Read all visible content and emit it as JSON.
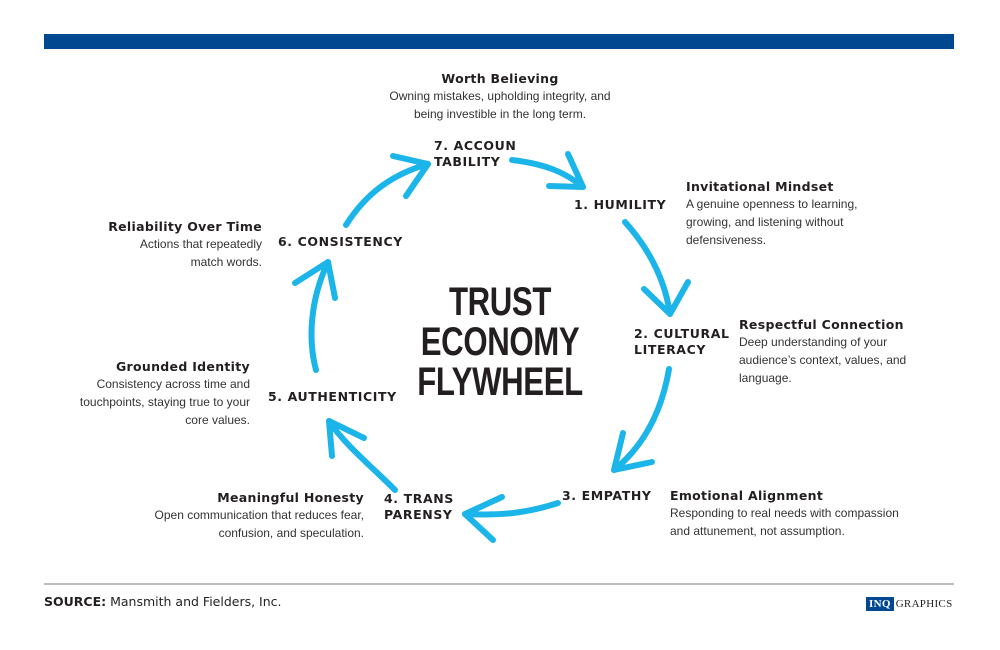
{
  "header": {
    "bar_color": "#004990"
  },
  "title": {
    "lines": [
      "TRUST",
      "ECONOMY",
      "FLYWHEEL"
    ]
  },
  "accent_color": "#1cb5ea",
  "stages": [
    {
      "number": "1.",
      "label_lines": [
        "1. HUMILITY"
      ],
      "desc_title": "Invitational Mindset",
      "desc_lines": [
        "A genuine openness to learning,",
        "growing, and listening without",
        "defensiveness."
      ]
    },
    {
      "number": "2.",
      "label_lines": [
        "2. CULTURAL",
        "LITERACY"
      ],
      "desc_title": "Respectful Connection",
      "desc_lines": [
        "Deep understanding of your",
        "audience’s context, values, and",
        "language."
      ]
    },
    {
      "number": "3.",
      "label_lines": [
        "3. EMPATHY"
      ],
      "desc_title": "Emotional Alignment",
      "desc_lines": [
        "Responding to real needs with compassion",
        "and attunement, not assumption."
      ]
    },
    {
      "number": "4.",
      "label_lines": [
        "4. TRANS",
        "PARENSY"
      ],
      "desc_title": "Meaningful Honesty",
      "desc_lines": [
        "Open communication that reduces fear,",
        "confusion, and speculation."
      ]
    },
    {
      "number": "5.",
      "label_lines": [
        "5. AUTHENTICITY"
      ],
      "desc_title": "Grounded Identity",
      "desc_lines": [
        "Consistency across time and",
        "touchpoints, staying true to your",
        "core values."
      ]
    },
    {
      "number": "6.",
      "label_lines": [
        "6. CONSISTENCY"
      ],
      "desc_title": "Reliability Over Time",
      "desc_lines": [
        "Actions that repeatedly",
        "match words."
      ]
    },
    {
      "number": "7.",
      "label_lines": [
        "7. ACCOUN",
        "TABILITY"
      ],
      "desc_title": "Worth Believing",
      "desc_lines": [
        "Owning mistakes, upholding integrity, and",
        "being investible in the long term."
      ]
    }
  ],
  "footer": {
    "source_label": "SOURCE:",
    "source_text": " Mansmith and Fielders, Inc.",
    "logo_inq": "INQ",
    "logo_graphics": "GRAPHICS"
  }
}
